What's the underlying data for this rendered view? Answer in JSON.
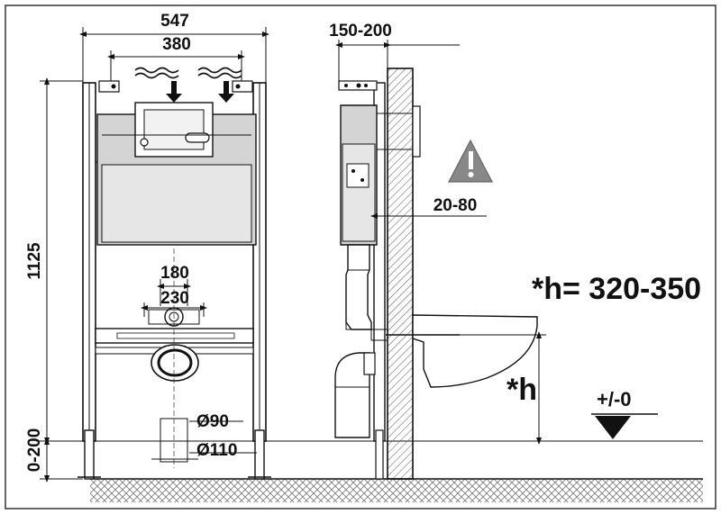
{
  "dimensions": {
    "frame_width": "547",
    "fixing_width": "380",
    "wall_offset": "150-200",
    "frame_height": "1125",
    "outlet_inner": "180",
    "outlet_outer": "230",
    "adjust_depth": "20-80",
    "height_spec": "*h= 320-350",
    "h_label": "*h",
    "level_label": "+/-0",
    "leg_range": "0-200",
    "pipe_small": "Ø90",
    "pipe_large": "Ø110"
  },
  "symbols": {
    "warning": "warning-triangle-icon",
    "water_inlet": "water-wave-icon",
    "level_marker": "level-triangle-icon"
  },
  "colors": {
    "line": "#111111",
    "panel_fill": "#d4d4d4",
    "background": "#ffffff"
  }
}
